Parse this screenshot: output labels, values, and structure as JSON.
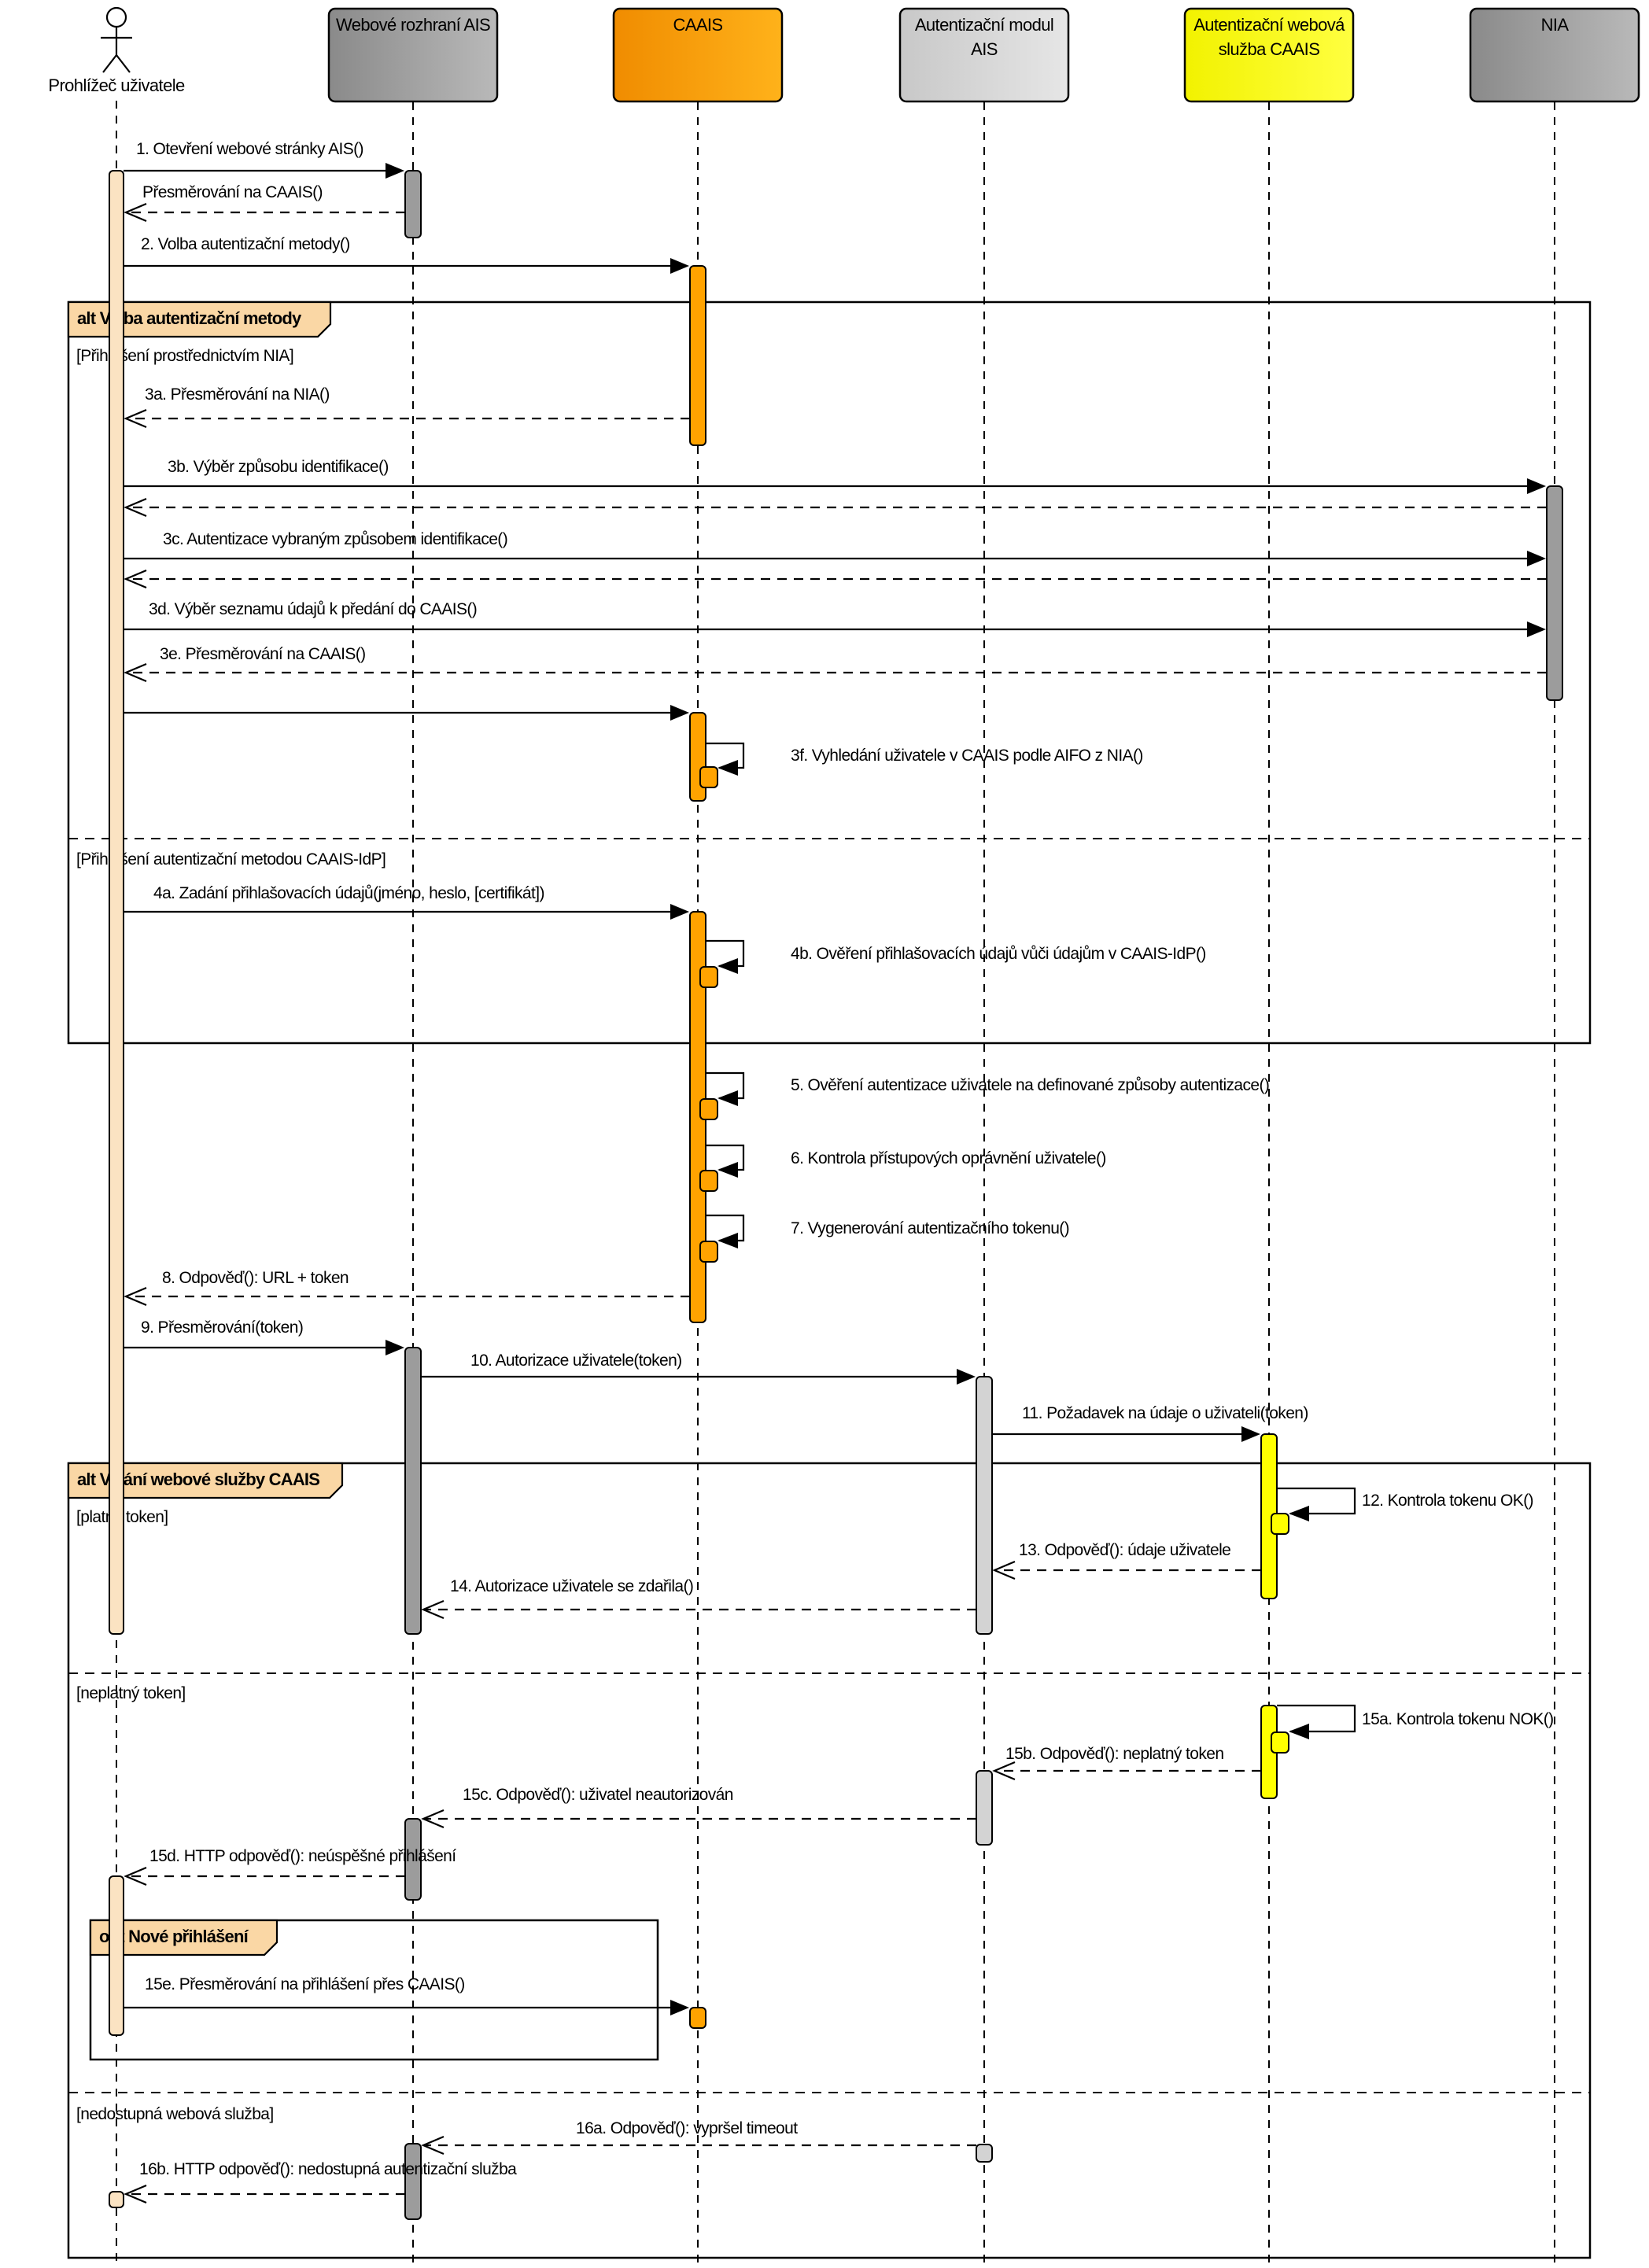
{
  "diagram": {
    "actor": {
      "label": "Prohlížeč uživatele"
    },
    "participants": [
      {
        "id": "web",
        "lines": [
          "Webové rozhraní AIS"
        ],
        "color": "#9e9e9e"
      },
      {
        "id": "caais",
        "lines": [
          "CAAIS"
        ],
        "color": "#ffa300"
      },
      {
        "id": "auth",
        "lines": [
          "Autentizační modul",
          "AIS"
        ],
        "color": "#d3d3d3"
      },
      {
        "id": "ws",
        "lines": [
          "Autentizační webová",
          "služba CAAIS"
        ],
        "color": "#ffff00"
      },
      {
        "id": "nia",
        "lines": [
          "NIA"
        ],
        "color": "#9e9e9e"
      }
    ],
    "frames": [
      {
        "id": "alt1",
        "tag": "alt Volba autentizační metody",
        "guards": [
          "[Přihlášení prostřednictvím NIA]",
          "[Přihlášení autentizační metodou CAAIS-IdP]"
        ]
      },
      {
        "id": "alt2",
        "tag": "alt Volání webové služby CAAIS",
        "guards": [
          "[platný token]",
          "[neplatný token]",
          "[nedostupná webová služba]"
        ]
      },
      {
        "id": "opt1",
        "tag": "opt Nové přihlášení",
        "guards": []
      }
    ],
    "messages": [
      "1. Otevření webové stránky AIS()",
      "Přesměrování na CAAIS()",
      "2. Volba autentizační metody()",
      "3a. Přesměrování na NIA()",
      "3b. Výběr způsobu identifikace()",
      "3c. Autentizace vybraným způsobem identifikace()",
      "3d. Výběr seznamu údajů k předání do CAAIS()",
      "3e. Přesměrování na CAAIS()",
      "3f. Vyhledání uživatele v CAAIS podle AIFO z NIA()",
      "4a. Zadání přihlašovacích údajů(jméno, heslo, [certifikát])",
      "4b. Ověření přihlašovacích údajů vůči údajům v CAAIS-IdP()",
      "5. Ověření autentizace uživatele na definované způsoby autentizace()",
      "6. Kontrola přístupových oprávnění uživatele()",
      "7. Vygenerování autentizačního tokenu()",
      "8. Odpověď(): URL + token",
      "9. Přesměrování(token)",
      "10. Autorizace uživatele(token)",
      "11. Požadavek na údaje o uživateli(token)",
      "12. Kontrola tokenu OK()",
      "13. Odpověď(): údaje uživatele",
      "14. Autorizace uživatele se zdařila()",
      "15a. Kontrola tokenu NOK()",
      "15b. Odpověď(): neplatný token",
      "15c. Odpověď(): uživatel neautorizován",
      "15d. HTTP odpověď(): neúspěšné přihlášení",
      "15e. Přesměrování na přihlášení přes CAAIS()",
      "16a. Odpověď(): vypršel timeout",
      "16b. HTTP odpověď(): nedostupná autentizační služba"
    ]
  }
}
